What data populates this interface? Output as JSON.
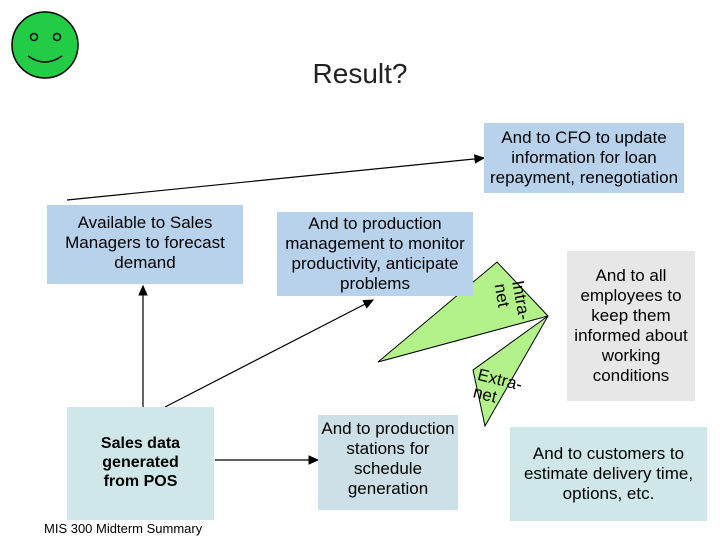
{
  "title": "Result?",
  "boxes": {
    "cfo": "And to CFO to update information for loan repayment, renegotiation",
    "sales_managers": "Available to Sales Managers to forecast demand",
    "production_mgmt": "And to production management to monitor productivity, anticipate problems",
    "employees": "And to all employees to keep them informed about working conditions",
    "sales_data": "Sales data generated from POS",
    "production_stations": "And to production stations for schedule generation",
    "customers": "And to customers to estimate delivery time, options, etc."
  },
  "wedges": {
    "intranet_line1": "Intra-",
    "intranet_line2": "net",
    "extranet_line1": "Extra-",
    "extranet_line2": "net"
  },
  "footer": "MIS 300 Midterm Summary",
  "colors": {
    "smiley": "#22cc44",
    "box_blue": "#b9d2ec",
    "box_grey": "#e7e7e7",
    "box_teal": "#cfe7e9",
    "wedge": "#b3f28a"
  }
}
